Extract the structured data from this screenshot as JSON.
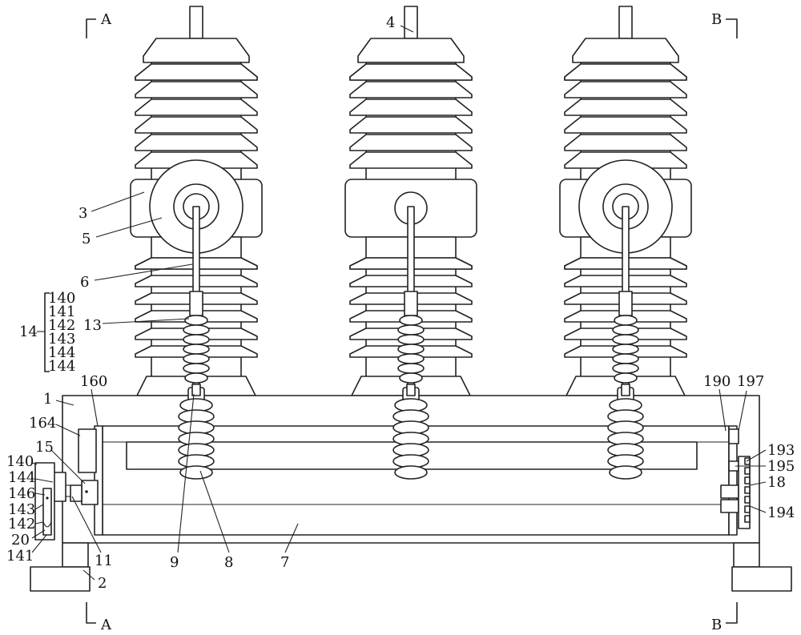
{
  "figure": {
    "section_marks": {
      "a_top": "A",
      "b_top": "B",
      "a_bottom": "A",
      "b_bottom": "B"
    },
    "group_14": {
      "label": "14",
      "items": [
        "140",
        "141",
        "142",
        "143",
        "144",
        "144"
      ]
    },
    "reference_numerals": {
      "n1": "1",
      "n2": "2",
      "n3": "3",
      "n4": "4",
      "n5": "5",
      "n6": "6",
      "n7": "7",
      "n8": "8",
      "n9": "9",
      "n11": "11",
      "n13": "13",
      "n15": "15",
      "n18": "18",
      "n20": "20",
      "n140": "140",
      "n141": "141",
      "n142": "142",
      "n143": "143",
      "n144": "144",
      "n146": "146",
      "n160": "160",
      "n164": "164",
      "n190": "190",
      "n193": "193",
      "n194": "194",
      "n195": "195",
      "n197": "197"
    }
  }
}
